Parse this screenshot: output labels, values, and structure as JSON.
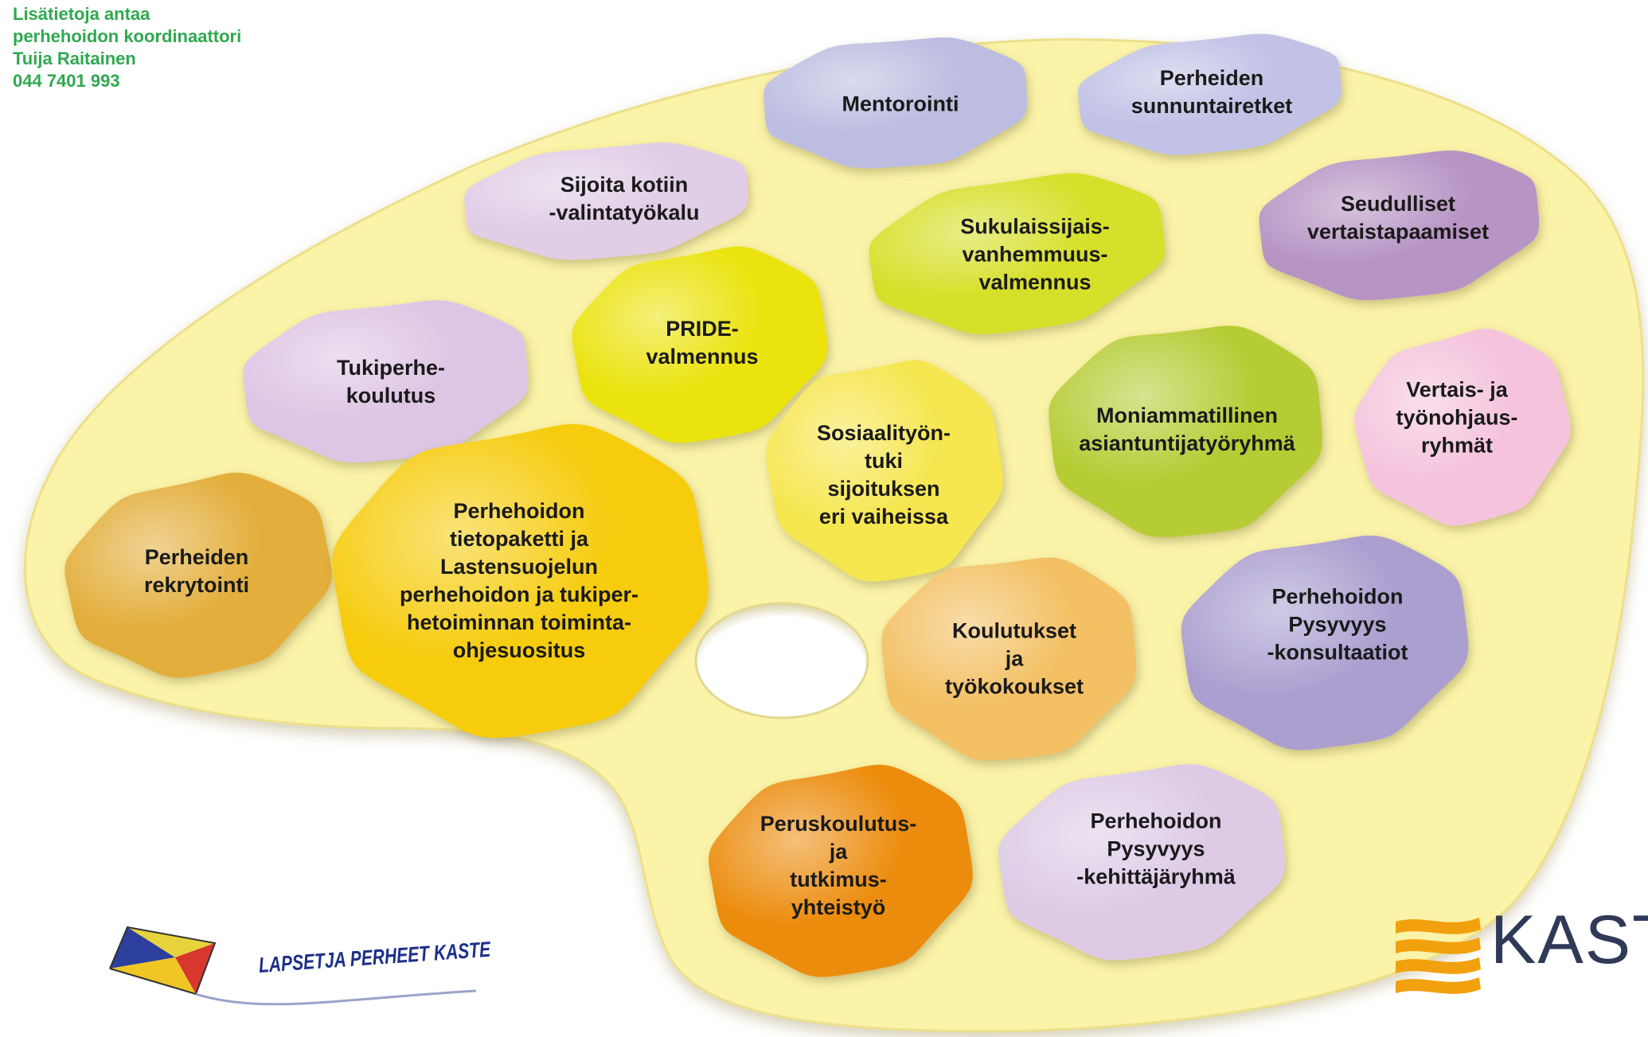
{
  "contact": {
    "lines": [
      "Lisätietoja antaa",
      "perhehoidon koordinaattori",
      "Tuija Raitainen",
      "044 7401 993"
    ],
    "color": "#2fa84f"
  },
  "palette_color": "#fbf3a8",
  "blobs": [
    {
      "key": "mentorointi",
      "label": "Mentorointi",
      "color": "#bcbde0"
    },
    {
      "key": "sunnuntairetket",
      "label": "Perheiden\nsunnuntairetket",
      "color": "#c1c2e6"
    },
    {
      "key": "sijoita-kotiin",
      "label": "Sijoita kotiin\n-valintatyökalu",
      "color": "#e0cde6"
    },
    {
      "key": "sukulaissijais",
      "label": "Sukulaissijais-\nvanhemmuus-\nvalmennus",
      "color": "#d6e02a"
    },
    {
      "key": "seudulliset",
      "label": "Seudulliset\nvertaistapaamiset",
      "color": "#b794c4"
    },
    {
      "key": "pride",
      "label": "PRIDE-\nvalmennus",
      "color": "#ebe30c"
    },
    {
      "key": "tukiperhe",
      "label": "Tukiperhe-\nkoulutus",
      "color": "#ddc5e4"
    },
    {
      "key": "moniammatillinen",
      "label": "Moniammatillinen\nasiantuntijatyöryhmä",
      "color": "#b6cc36"
    },
    {
      "key": "vertais",
      "label": "Vertais- ja\ntyönohjaus-\nryhmät",
      "color": "#f5c4dc"
    },
    {
      "key": "sosiaalityo",
      "label": "Sosiaalityön-\ntuki\nsijoituksen\neri vaiheissa",
      "color": "#f6e64f"
    },
    {
      "key": "rekrytointi",
      "label": "Perheiden\nrekrytointi",
      "color": "#e3ae3a"
    },
    {
      "key": "tietopaketti",
      "label": "Perhehoidon\ntietopaketti ja\nLastensuojelun\nperhehoidon ja tukiper-\nhetoiminnan toiminta-\nohjesuositus",
      "color": "#f6cc10"
    },
    {
      "key": "koulutukset",
      "label": "Koulutukset\nja\ntyökokoukset",
      "color": "#f3c064"
    },
    {
      "key": "konsultaatiot",
      "label": "Perhehoidon\nPysyvyys\n-konsultaatiot",
      "color": "#ab9fd0"
    },
    {
      "key": "peruskoulutus",
      "label": "Peruskoulutus-\nja\ntutkimus-\nyhteistyö",
      "color": "#ec8c10"
    },
    {
      "key": "kehittajaryhma",
      "label": "Perhehoidon\nPysyvyys\n-kehittäjäryhmä",
      "color": "#ddcbe6"
    }
  ],
  "logos": {
    "left_text": "LAPSETJA PERHEET KASTE",
    "right_text": "KASTE",
    "right_mark_color": "#f2a10e",
    "right_text_color": "#2f3a58"
  }
}
